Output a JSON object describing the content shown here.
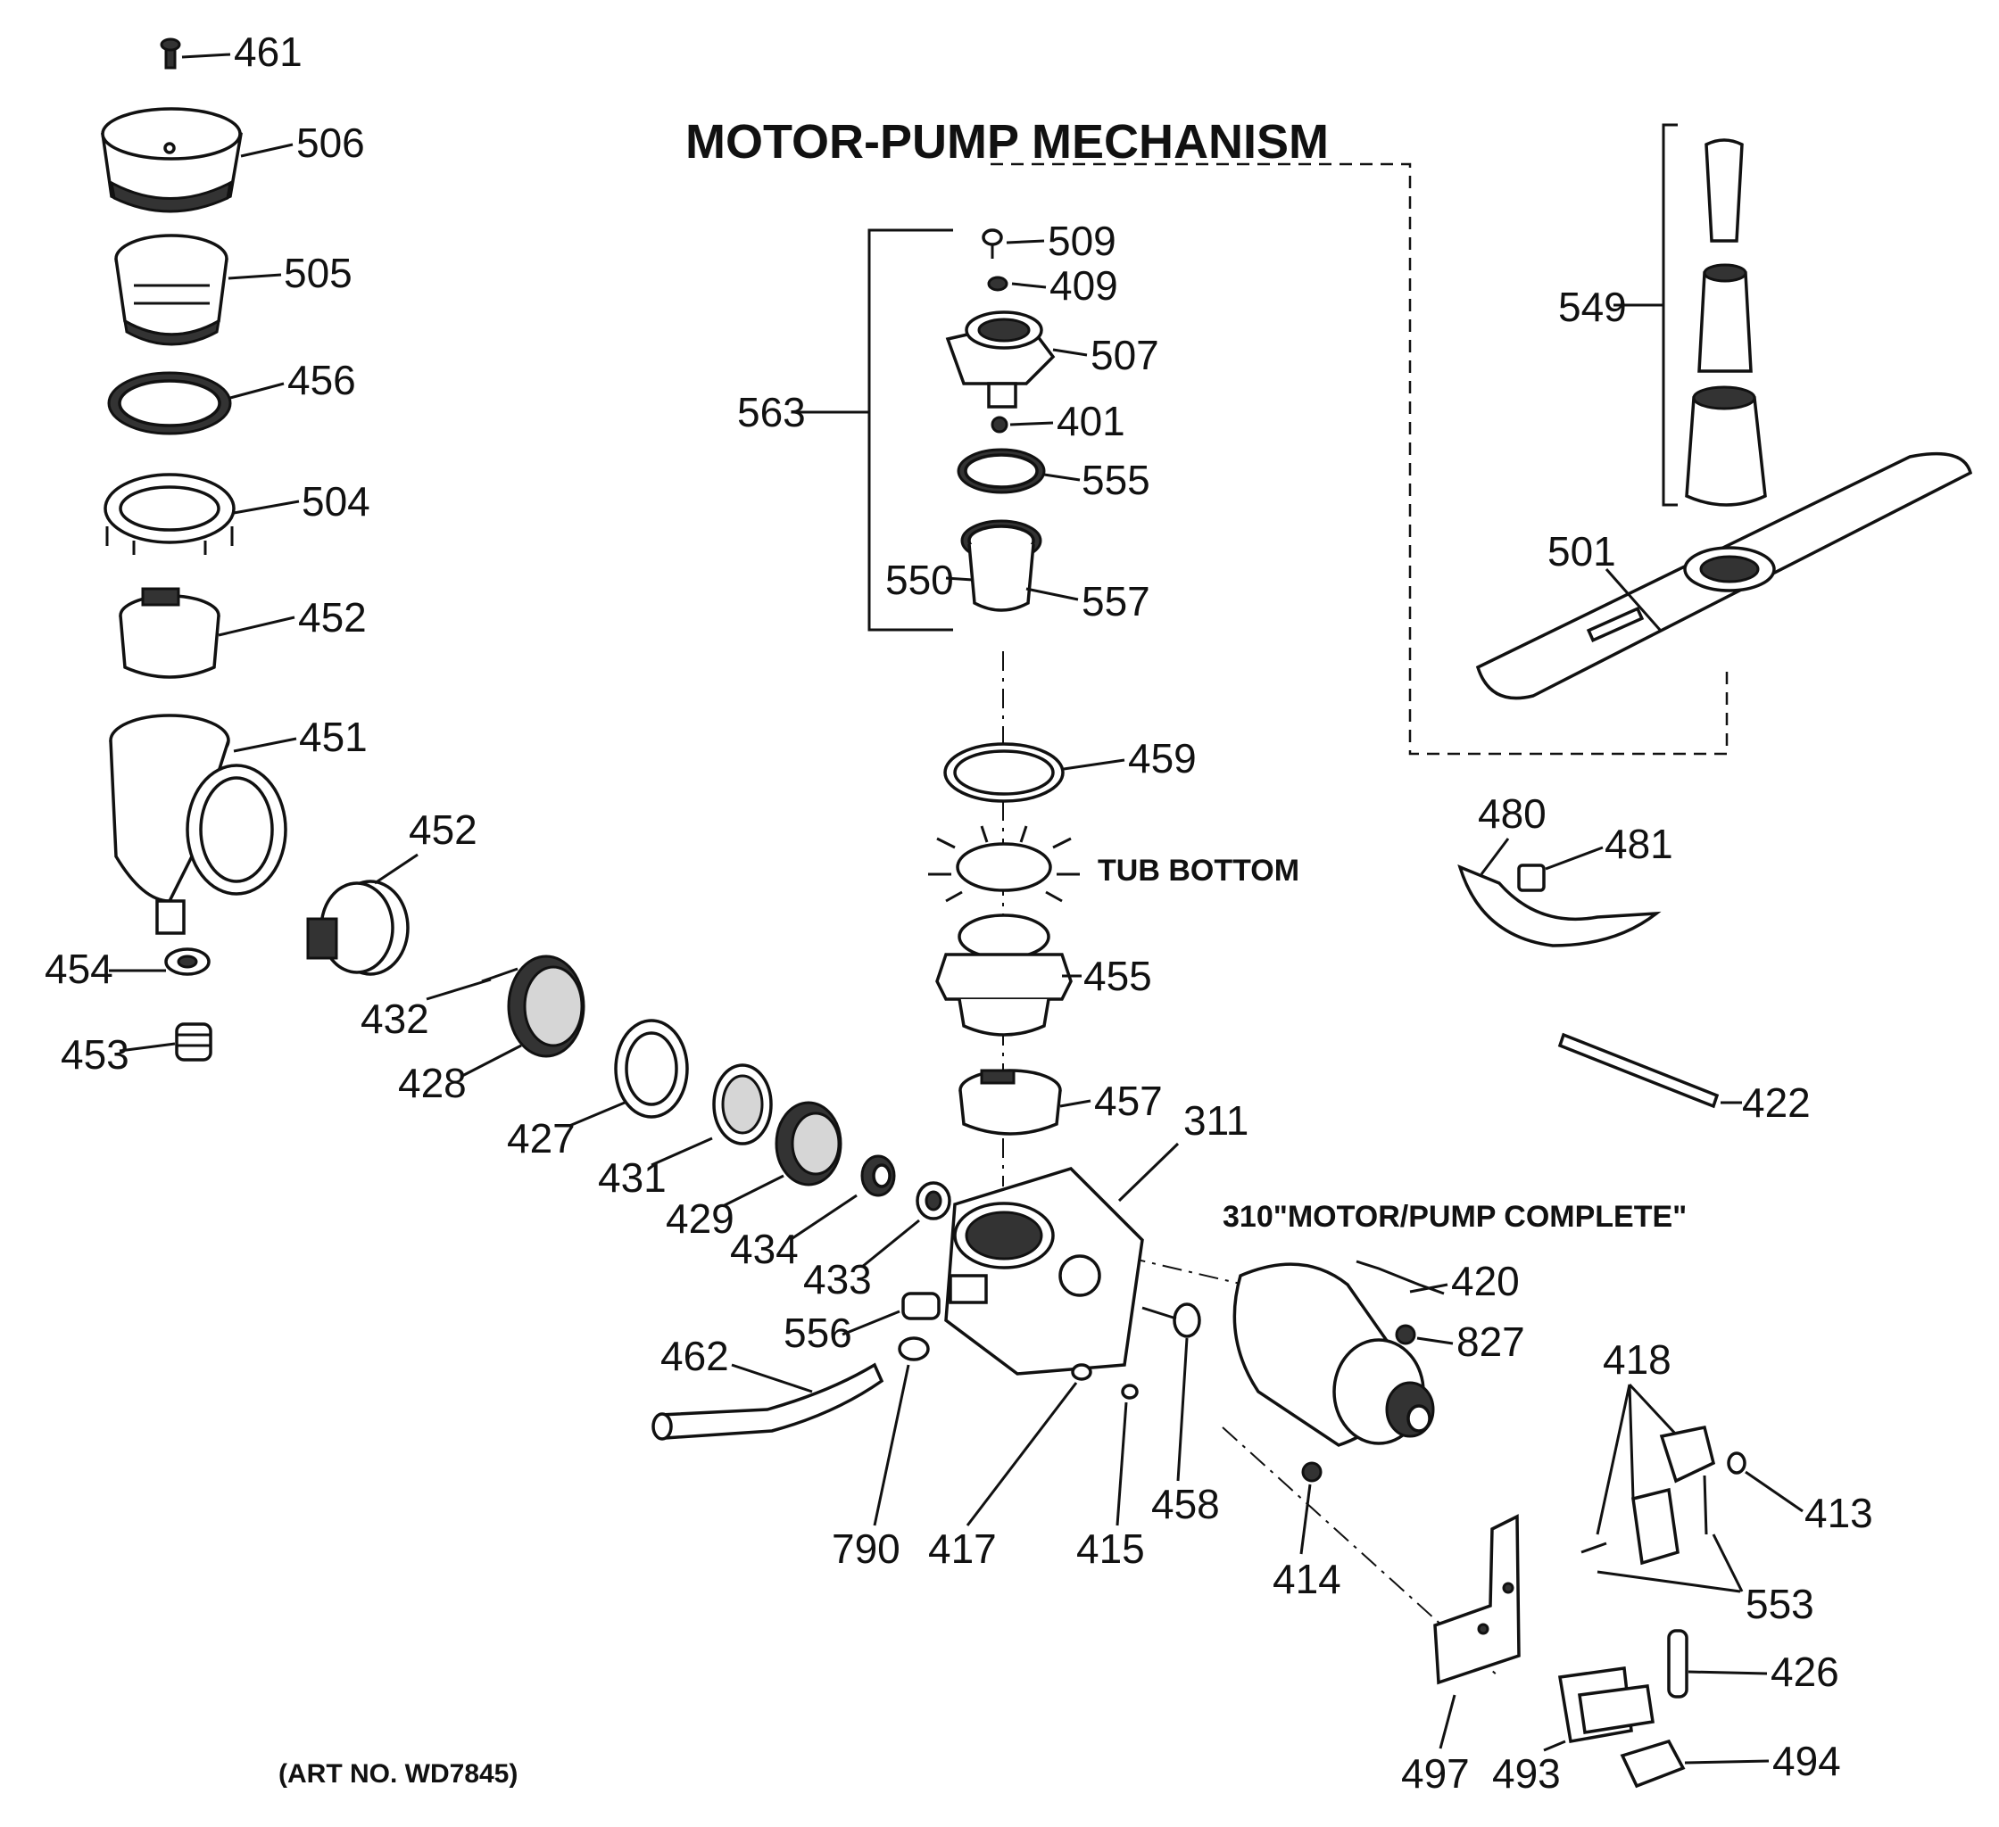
{
  "title": "MOTOR-PUMP MECHANISM",
  "tub_bottom_label": "TUB BOTTOM",
  "motor_pump_complete_label": "310\"MOTOR/PUMP COMPLETE\"",
  "art_number": "(ART NO. WD7845)",
  "parts": {
    "p461": "461",
    "p506": "506",
    "p505": "505",
    "p456": "456",
    "p504": "504",
    "p452a": "452",
    "p451": "451",
    "p452b": "452",
    "p454": "454",
    "p453": "453",
    "p432": "432",
    "p428": "428",
    "p427": "427",
    "p431": "431",
    "p429": "429",
    "p434": "434",
    "p433": "433",
    "p556": "556",
    "p462": "462",
    "p790": "790",
    "p417": "417",
    "p415": "415",
    "p458": "458",
    "p414": "414",
    "p311": "311",
    "p420": "420",
    "p827": "827",
    "p509": "509",
    "p409": "409",
    "p507": "507",
    "p563": "563",
    "p401": "401",
    "p555": "555",
    "p550": "550",
    "p557": "557",
    "p459": "459",
    "p455": "455",
    "p457": "457",
    "p549": "549",
    "p501": "501",
    "p480": "480",
    "p481": "481",
    "p422": "422",
    "p418": "418",
    "p413": "413",
    "p553": "553",
    "p426": "426",
    "p497": "497",
    "p493": "493",
    "p494": "494"
  }
}
